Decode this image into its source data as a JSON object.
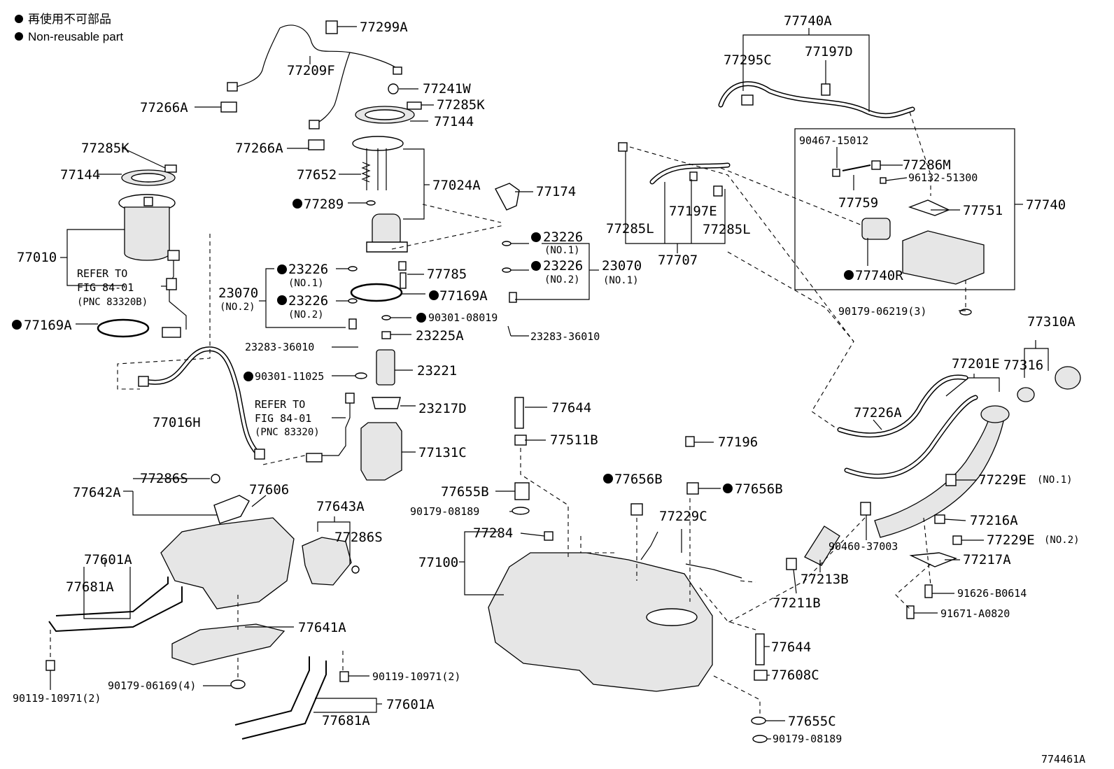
{
  "legend": {
    "line_jp": "再使用不可部品",
    "line_en": "Non-reusable part"
  },
  "figure_id": "774461A",
  "parts": {
    "p77299A": "77299A",
    "p77209F": "77209F",
    "p77241W": "77241W",
    "p77266A_1": "77266A",
    "p77285K_top": "77285K",
    "p77144_top": "77144",
    "p77266A_2": "77266A",
    "p77285K_left": "77285K",
    "p77144_left": "77144",
    "p77652": "77652",
    "p77024A": "77024A",
    "p77174": "77174",
    "p77289": "77289",
    "p77010": "77010",
    "refer1_a": "REFER TO",
    "refer1_b": "FIG 84-01",
    "refer1_c": "(PNC 83320B)",
    "p23226_a": "23226",
    "p23226_a_no": "(NO.1)",
    "p23226_b": "23226",
    "p23226_b_no": "(NO.1)",
    "p23226_c": "23226",
    "p23226_c_no": "(NO.2)",
    "p23226_d": "23226",
    "p23226_d_no": "(NO.2)",
    "p77785": "77785",
    "p23070_l": "23070",
    "p23070_l_no": "(NO.2)",
    "p23070_r": "23070",
    "p23070_r_no": "(NO.1)",
    "p77169A_mid": "77169A",
    "p77169A_left": "77169A",
    "p90301_08019": "90301-08019",
    "p23283_l": "23283-36010",
    "p23283_r": "23283-36010",
    "p23225A": "23225A",
    "p90301_11025": "90301-11025",
    "p23221": "23221",
    "p77016H": "77016H",
    "refer2_a": "REFER TO",
    "refer2_b": "FIG 84-01",
    "refer2_c": "(PNC 83320)",
    "p23217D": "23217D",
    "p77131C": "77131C",
    "p77642A": "77642A",
    "p77286S_a": "77286S",
    "p77606": "77606",
    "p77643A": "77643A",
    "p77286S_b": "77286S",
    "p77601A_a": "77601A",
    "p77681A_a": "77681A",
    "p77641A": "77641A",
    "p90179_06169": "90179-06169(4)",
    "p90119_10971_a": "90119-10971(2)",
    "p90119_10971_b": "90119-10971(2)",
    "p77601A_b": "77601A",
    "p77681A_b": "77681A",
    "p77644_a": "77644",
    "p77511B": "77511B",
    "p77655B": "77655B",
    "p90179_08189_a": "90179-08189",
    "p77284": "77284",
    "p77100": "77100",
    "p77196": "77196",
    "p77656B_a": "77656B",
    "p77656B_b": "77656B",
    "p77229C": "77229C",
    "p77644_b": "77644",
    "p77608C": "77608C",
    "p77655C": "77655C",
    "p90179_08189_b": "90179-08189",
    "p77740A": "77740A",
    "p77295C": "77295C",
    "p77197D": "77197D",
    "p90467_15012": "90467-15012",
    "p77286M": "77286M",
    "p96132_51300": "96132-51300",
    "p77759": "77759",
    "p77751": "77751",
    "p77740": "77740",
    "p77740R": "77740R",
    "p90179_06219": "90179-06219(3)",
    "p77285L_a": "77285L",
    "p77197E": "77197E",
    "p77285L_b": "77285L",
    "p77707": "77707",
    "p77310A": "77310A",
    "p77201E": "77201E",
    "p77316": "77316",
    "p77226A": "77226A",
    "p77229E_1": "77229E",
    "p77229E_1_no": "(NO.1)",
    "p77216A": "77216A",
    "p77229E_2": "77229E",
    "p77229E_2_no": "(NO.2)",
    "p90460_37003": "90460-37003",
    "p77217A": "77217A",
    "p77213B": "77213B",
    "p77211B": "77211B",
    "p91626_B0614": "91626-B0614",
    "p91671_A0820": "91671-A0820"
  }
}
